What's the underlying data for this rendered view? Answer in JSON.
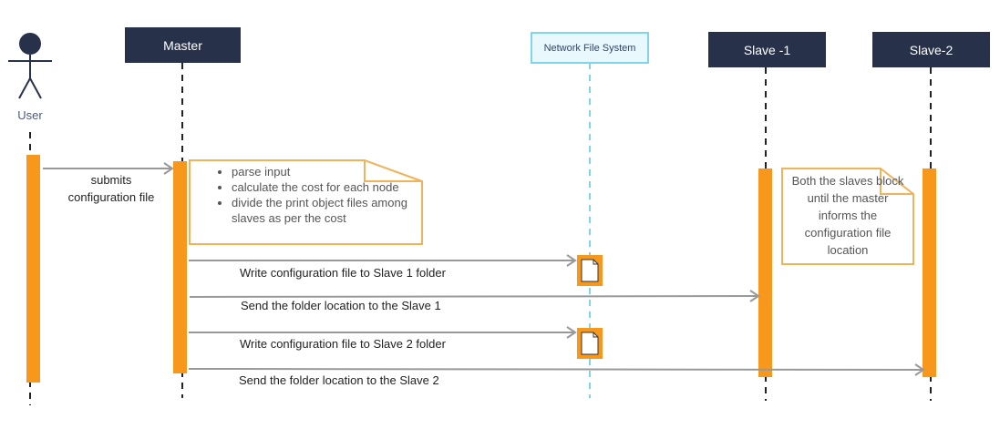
{
  "participants": {
    "user": "User",
    "master": "Master",
    "nfs": "Network File System",
    "slave1": "Slave -1",
    "slave2": "Slave-2"
  },
  "messages": {
    "m1_line1": "submits",
    "m1_line2": "configuration file",
    "m2": "Write configuration file to Slave 1 folder",
    "m3": "Send the folder location to the Slave 1",
    "m4": "Write configuration file to Slave 2 folder",
    "m5": "Send the folder location to the Slave 2"
  },
  "master_note": {
    "items": [
      "parse input",
      "calculate the cost for each node",
      "divide the print object files among slaves as per the cost"
    ]
  },
  "slave_note": {
    "text": "Both the slaves block until the master informs the configuration file location"
  },
  "colors": {
    "header": "#27324a",
    "activation": "#f7981d",
    "note_border": "#f0b35a",
    "nfs_fill": "#e8f8fd",
    "nfs_border": "#7fd5ee",
    "arrow": "#999999"
  },
  "icons": [
    "user-actor-icon",
    "document-icon"
  ]
}
